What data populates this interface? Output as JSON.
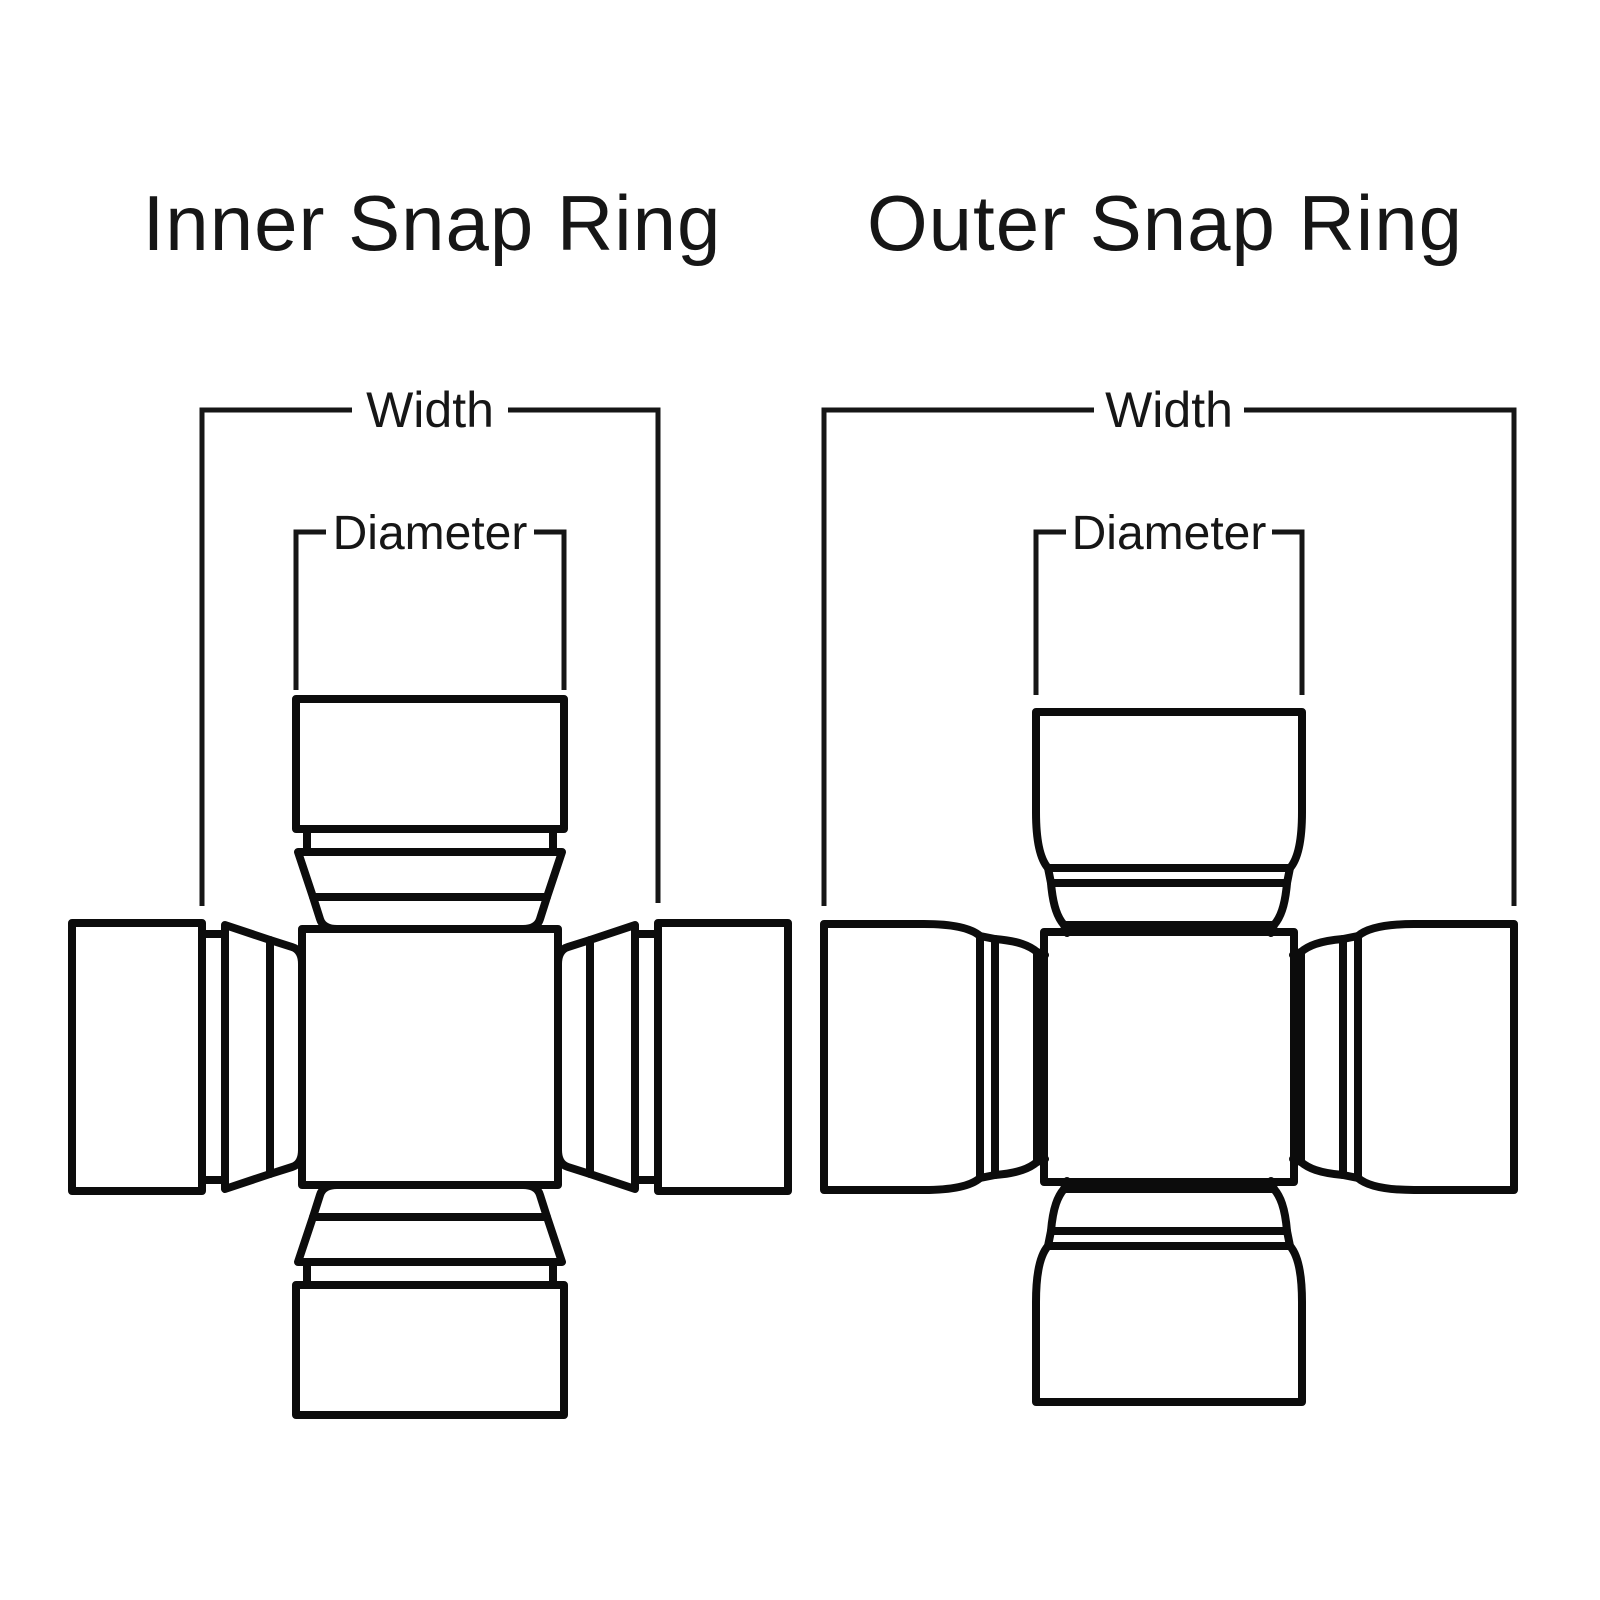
{
  "canvas": {
    "background": "#ffffff",
    "line_color": "#0c0c0c",
    "text_color": "#161616"
  },
  "diagrams": [
    {
      "id": "inner-snap-ring",
      "title": "Inner Snap Ring",
      "dimensions": {
        "width_label": "Width",
        "diameter_label": "Diameter"
      }
    },
    {
      "id": "outer-snap-ring",
      "title": "Outer Snap Ring",
      "dimensions": {
        "width_label": "Width",
        "diameter_label": "Diameter"
      }
    }
  ]
}
